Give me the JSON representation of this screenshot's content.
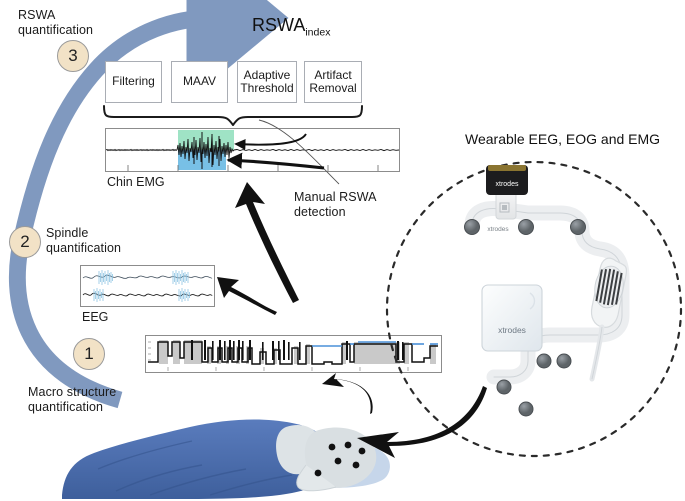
{
  "figure": {
    "title_rswa_index_main": "RSWA",
    "title_rswa_index_sub": "index",
    "wearable_title": "Wearable EEG, EOG and EMG"
  },
  "steps": [
    {
      "number": "1",
      "label": "Macro structure\nquantification"
    },
    {
      "number": "2",
      "label": "Spindle\nquantification"
    },
    {
      "number": "3",
      "label": "RSWA\nquantification"
    }
  ],
  "process_boxes": [
    {
      "label": "Filtering"
    },
    {
      "label": "MAAV"
    },
    {
      "label": "Adaptive\nThreshold"
    },
    {
      "label": "Artifact\nRemoval"
    }
  ],
  "signals": {
    "emg_label": "Chin EMG",
    "eeg_label": "EEG",
    "manual_detection_label": "Manual  RSWA\ndetection"
  },
  "device": {
    "brand_sensor": "xtrodes",
    "brand_strip": "xtrodes",
    "brand_box": "xtrodes"
  },
  "colors": {
    "arc_blue": "#8099bf",
    "step_fill": "#f2e2c6",
    "step_stroke": "#9a9a9a",
    "emg_highlight_green": "#9fe3c5",
    "emg_highlight_blue": "#78c0e6",
    "spindle_blue": "#8ec4e3",
    "hypnogram_gray": "#c9c9c9",
    "hypnogram_blue": "#4a90d9",
    "blanket_blue": "#4a6fb0",
    "blanket_blue_dark": "#3f5f9b",
    "pillow_blue": "#c6d6ea",
    "face_gray": "#d9dfe2",
    "arrow_black": "#111111",
    "dashed_circle": "#2a2a2a"
  }
}
